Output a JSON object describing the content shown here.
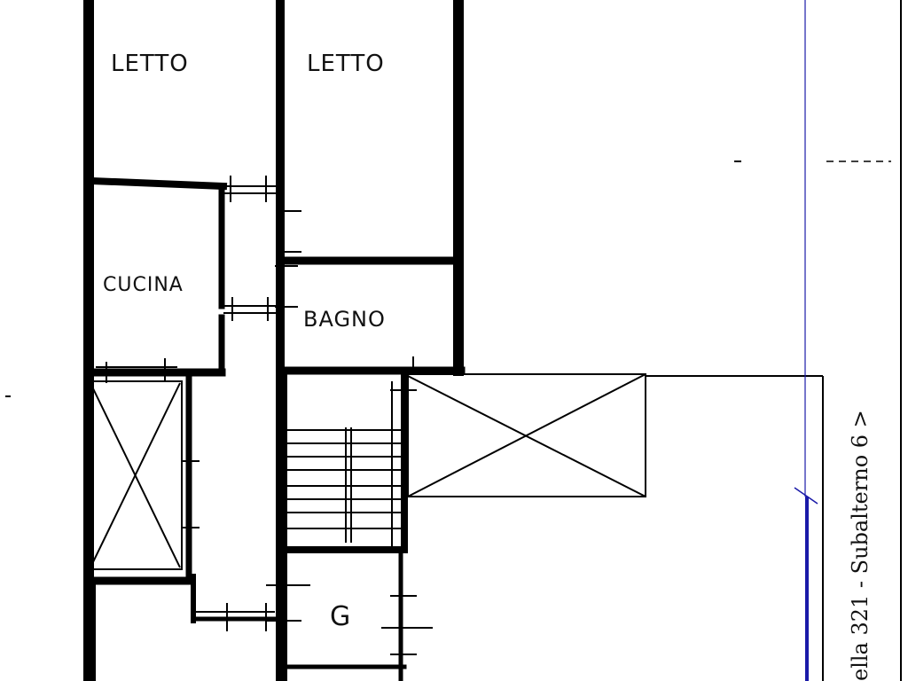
{
  "rooms": {
    "letto_left": "LETTO",
    "letto_right": "LETTO",
    "cucina": "CUCINA",
    "bagno": "BAGNO",
    "stair_mark": "G"
  },
  "reference": {
    "text": "ella  321  -  Subalterno 6 >"
  },
  "colors": {
    "wall": "#000000",
    "reference_line": "#1a1aa8"
  }
}
